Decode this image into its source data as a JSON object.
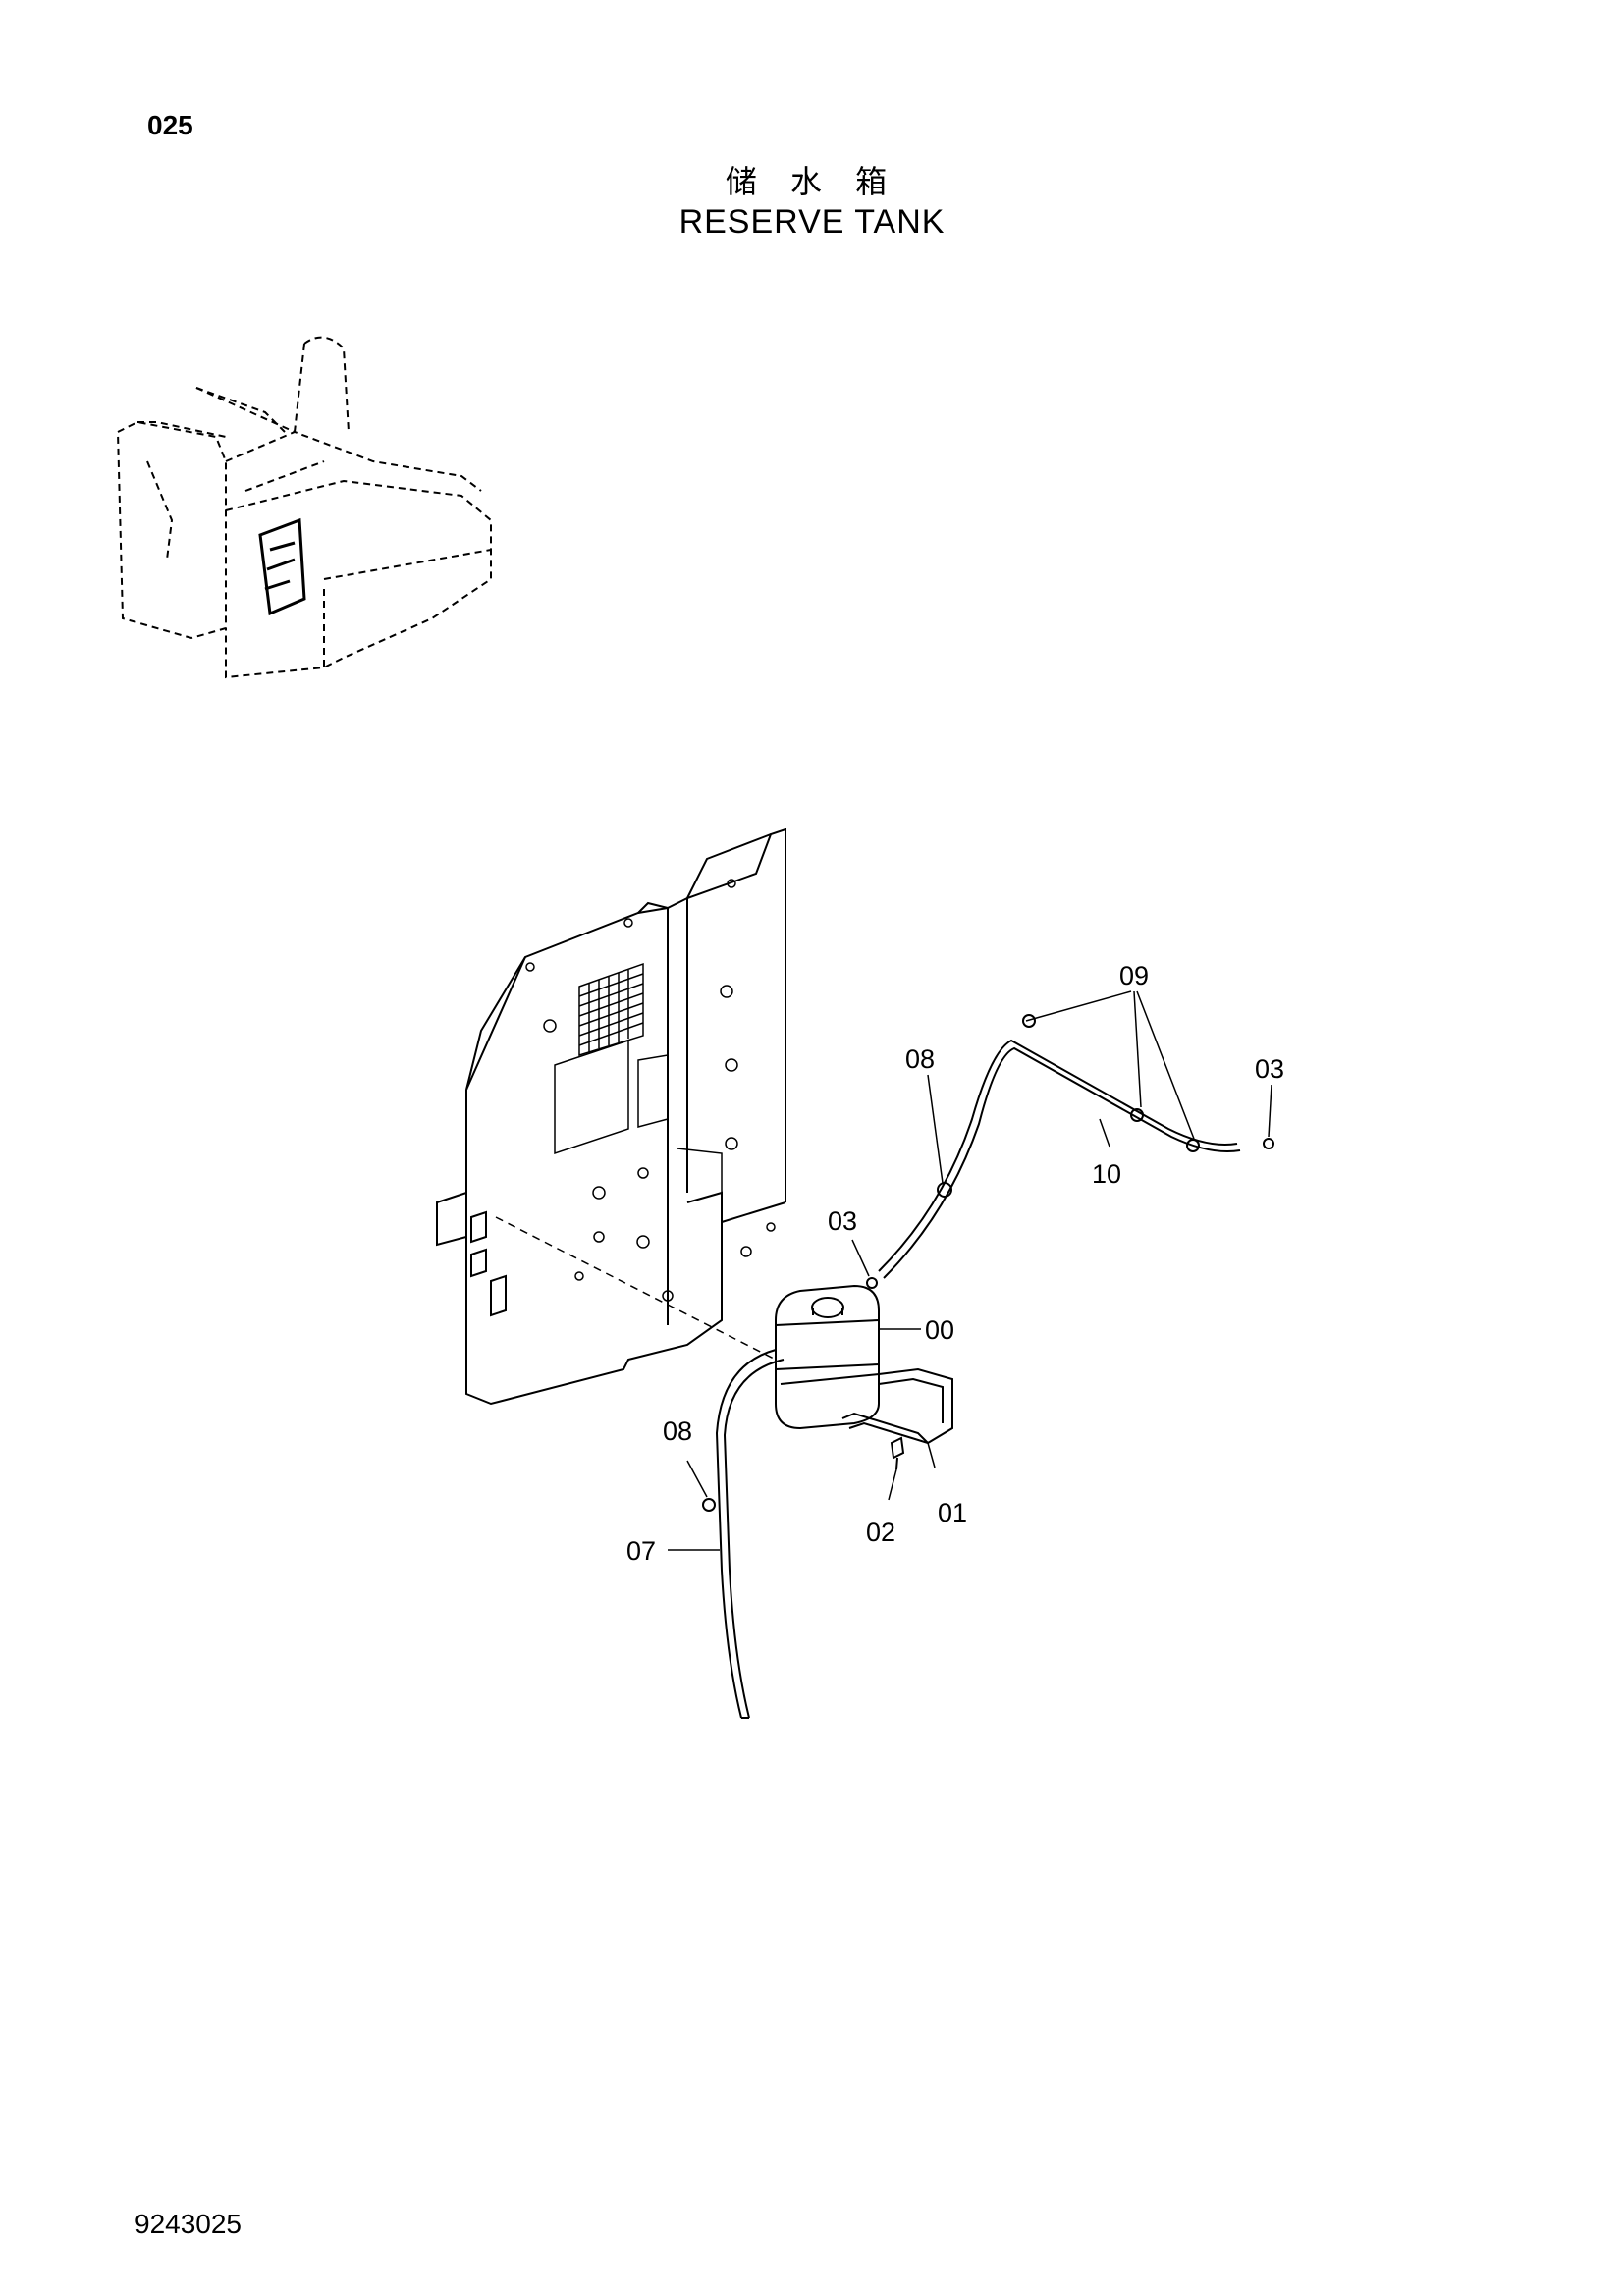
{
  "page_number": "025",
  "title_cn": "储 水 箱",
  "title_en": "RESERVE TANK",
  "document_number": "9243025",
  "callouts": {
    "c09": "09",
    "c08a": "08",
    "c03a": "03",
    "c10": "10",
    "c03b": "03",
    "c00": "00",
    "c08b": "08",
    "c02": "02",
    "c01": "01",
    "c07": "07"
  }
}
